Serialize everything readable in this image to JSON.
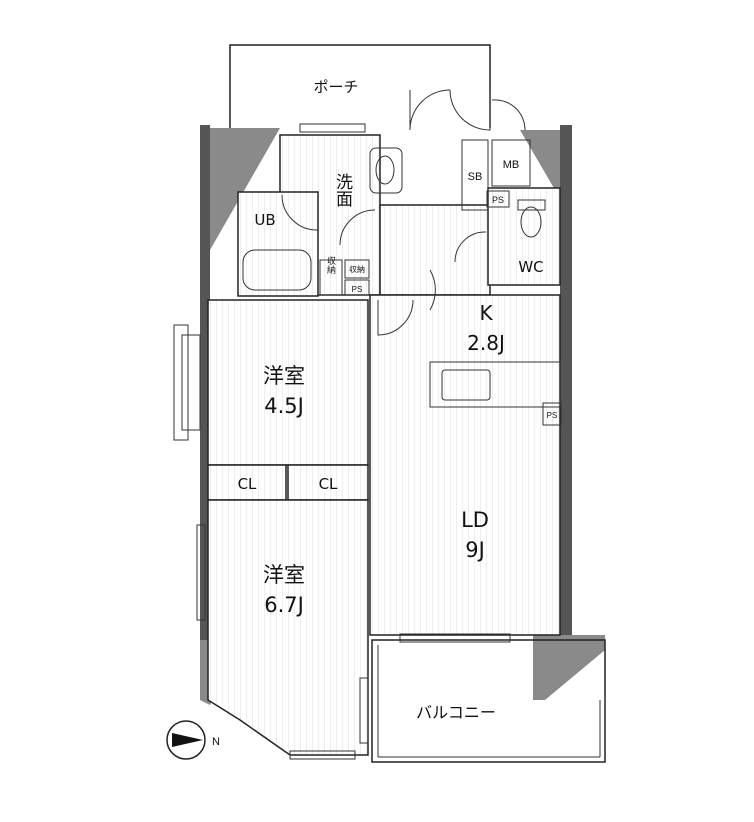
{
  "rooms": {
    "porch": "ポーチ",
    "washroom": "洗面",
    "unit_bath": "UB",
    "storage": "収納",
    "storage2": "収納",
    "shoe_box": "SB",
    "meter_box": "MB",
    "pipe_space": "PS",
    "toilet": "WC",
    "kitchen_name": "K",
    "kitchen_size": "2.8J",
    "western_room_1_name": "洋室",
    "western_room_1_size": "4.5J",
    "closet_1": "CL",
    "closet_2": "CL",
    "western_room_2_name": "洋室",
    "western_room_2_size": "6.7J",
    "living_dining_name": "LD",
    "living_dining_size": "9J",
    "balcony": "バルコニー"
  },
  "compass": {
    "label": "N"
  },
  "colors": {
    "wall": "#555555",
    "stripe": "#d9d9d9"
  }
}
